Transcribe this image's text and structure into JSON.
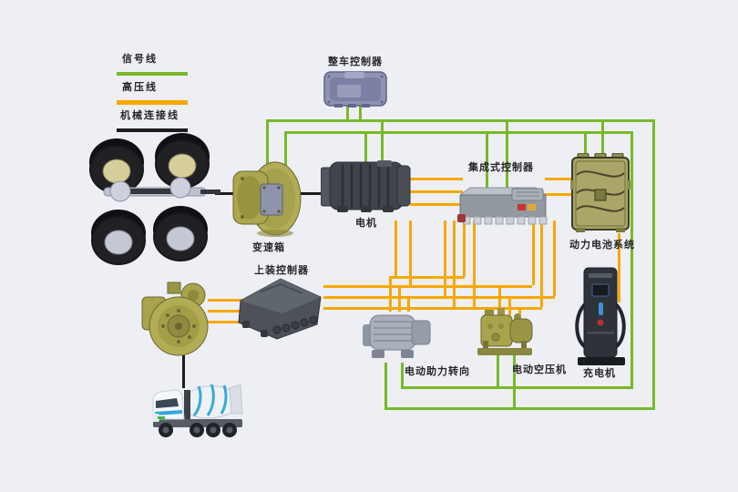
{
  "colors": {
    "background": "#edeff4",
    "signal_line": "#79b829",
    "high_voltage_line": "#f7a800",
    "mechanical_line": "#1c1c1c",
    "label_text": "#262626"
  },
  "legend": {
    "items": [
      {
        "id": "signal",
        "label": "信号线"
      },
      {
        "id": "high-voltage",
        "label": "高压线"
      },
      {
        "id": "mechanical",
        "label": "机械连接线"
      }
    ]
  },
  "components": {
    "vehicle_controller": {
      "label": "整车控制器"
    },
    "gearbox": {
      "label": "变速箱"
    },
    "motor": {
      "label": "电机"
    },
    "integrated_controller": {
      "label": "集成式控制器"
    },
    "battery_system": {
      "label": "动力电池系统"
    },
    "upper_controller": {
      "label": "上装控制器"
    },
    "power_steering": {
      "label": "电动助力转向"
    },
    "air_compressor": {
      "label": "电动空压机"
    },
    "charger": {
      "label": "充电机"
    }
  }
}
